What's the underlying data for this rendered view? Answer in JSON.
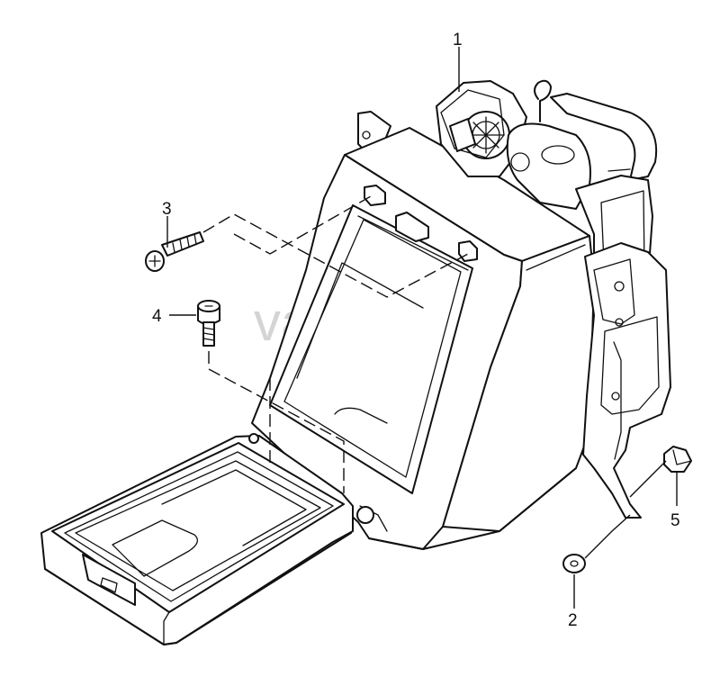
{
  "watermark": "vagtec.ru",
  "callouts": [
    {
      "id": "1",
      "label": "1"
    },
    {
      "id": "2",
      "label": "2"
    },
    {
      "id": "3",
      "label": "3"
    },
    {
      "id": "4",
      "label": "4"
    },
    {
      "id": "5",
      "label": "5"
    }
  ],
  "colors": {
    "line": "#111111",
    "background": "#ffffff",
    "watermark": "#d4d4d4"
  }
}
